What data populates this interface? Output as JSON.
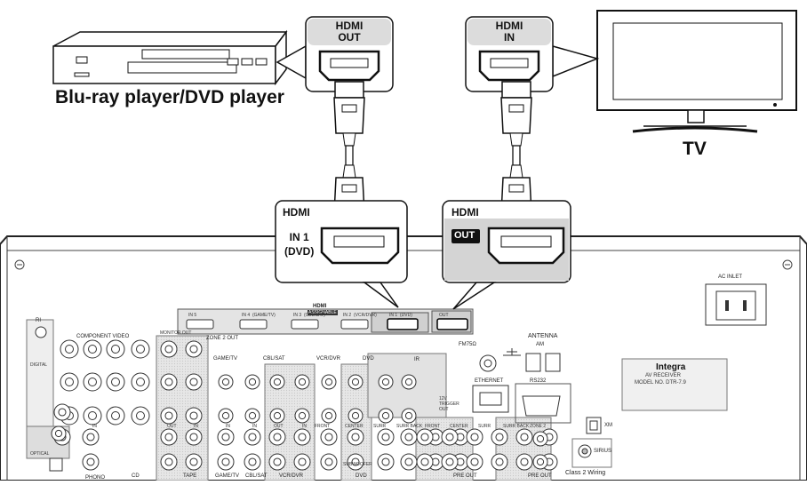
{
  "devices": {
    "player_label": "Blu-ray player/DVD player",
    "tv_label": "TV"
  },
  "callouts": {
    "player_port": "HDMI\nOUT",
    "tv_port": "HDMI\nIN",
    "receiver_in_title": "HDMI",
    "receiver_in_label": "IN 1\n(DVD)",
    "receiver_out_title": "HDMI",
    "receiver_out_label": "OUT"
  },
  "receiver": {
    "hdmi_panel_title": "HDMI",
    "hdmi_panel_sub": "ASSIGNABLE",
    "hdmi_inputs": [
      "IN 5",
      "IN 4",
      "IN 3",
      "IN 2",
      "IN 1",
      "OUT"
    ],
    "hdmi_input_subs": [
      "",
      "(GAME/TV)",
      "(CBL/SAT)",
      "(VCR/DVR)",
      "(DVD)",
      ""
    ],
    "ac_inlet": "AC INLET",
    "brand": "Integra",
    "model_line1": "AV RECEIVER",
    "model_line2": "MODEL NO. DTR-7.9",
    "antenna": "ANTENNA",
    "am": "AM",
    "fm": "FM75Ω",
    "ethernet": "ETHERNET",
    "rs232": "RS232",
    "ir": "IR",
    "trigger": "12V TRIGGER OUT",
    "xm": "XM",
    "sirius": "SIRIUS",
    "class2": "Class 2 Wiring",
    "ri": "RI",
    "component_video": "COMPONENT VIDEO",
    "zone2_out": "ZONE 2 OUT",
    "monitor_out": "MONITOR OUT",
    "digital": "DIGITAL",
    "optical": "OPTICAL",
    "group_labels": [
      "GAME/TV",
      "CBL/SAT",
      "VCR/DVR",
      "DVD"
    ],
    "bottom_labels": [
      "CD",
      "TAPE",
      "GAME/TV",
      "CBL/SAT",
      "VCR/DVR",
      "DVD",
      "PRE OUT",
      "PRE OUT"
    ],
    "speaker_labels": [
      "FRONT",
      "CENTER",
      "SURR",
      "SURR BACK",
      "FRONT",
      "CENTER",
      "SURR",
      "SURR BACK",
      "ZONE 2"
    ],
    "phono": "PHONO",
    "subwoofer": "SUBWOOFER",
    "in_out": [
      "IN",
      "OUT",
      "IN",
      "IN",
      "IN",
      "OUT",
      "IN"
    ]
  }
}
